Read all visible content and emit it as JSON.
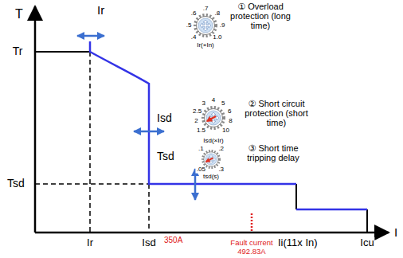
{
  "diagram": {
    "labels": [
      "T",
      "Ir",
      "① Overload protection (long time)",
      ".4",
      ".5",
      ".6",
      ".7",
      ".8",
      ".9",
      "1.0",
      "Ir(×In)",
      "Tr",
      "Isd",
      "② Short circuit protection (short time)",
      "1.5",
      "2",
      "2.5",
      "3",
      "4",
      "5",
      "6",
      "8",
      "10",
      "Isd(×Ir)",
      "Tsd",
      "③ Short time tripping delay",
      ".05",
      ".1",
      ".2",
      ".3",
      "tsd(s)",
      "Tsd",
      "Ir",
      "Isd",
      "350A",
      "Fault current",
      "492.83A",
      "Ii(11x In)",
      "Icu",
      "I"
    ]
  }
}
